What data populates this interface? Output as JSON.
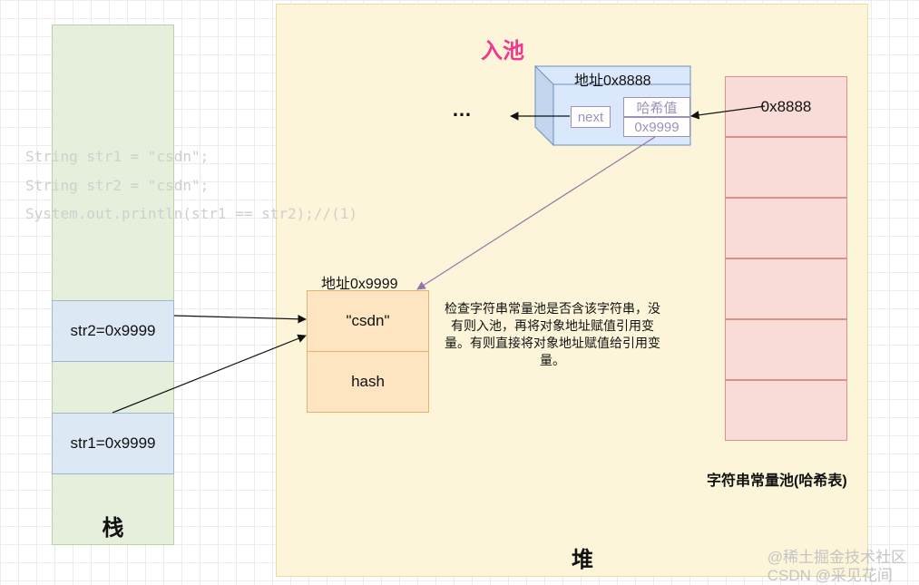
{
  "code": {
    "lines": [
      "String str1 = \"csdn\";",
      "String str2 = \"csdn\";",
      "System.out.println(str1 == str2);//(1)"
    ]
  },
  "stack": {
    "label": "栈",
    "vars": [
      "str2=0x9999",
      "str1=0x9999"
    ]
  },
  "heap": {
    "label": "堆",
    "object": {
      "address_label": "地址0x9999",
      "value": "\"csdn\"",
      "hash": "hash"
    }
  },
  "intern": {
    "title": "入池",
    "node_address_label": "地址0x8888",
    "next_label": "next",
    "hash_value_label": "哈希值",
    "hash_value": "0x9999",
    "ellipsis": "…"
  },
  "pool": {
    "first_entry": "0x8888",
    "label": "字符串常量池(哈希表)"
  },
  "note": "检查字符串常量池是否含该字符串，没有则入池，再将对象地址赋值引用变量。有则直接将对象地址赋值给引用变量。",
  "watermark": {
    "line1": "@稀土掘金技术社区",
    "line2": "CSDN @采见花间"
  },
  "colors": {
    "title_pink": "#f0388c",
    "stack_green": "#e6efdc",
    "heap_yellow": "#fdf5d9",
    "object_orange": "#fde5c2",
    "pool_red": "#f9dcd8",
    "node_blue": "#dae8fc",
    "arrow_purple": "#9673a6"
  }
}
